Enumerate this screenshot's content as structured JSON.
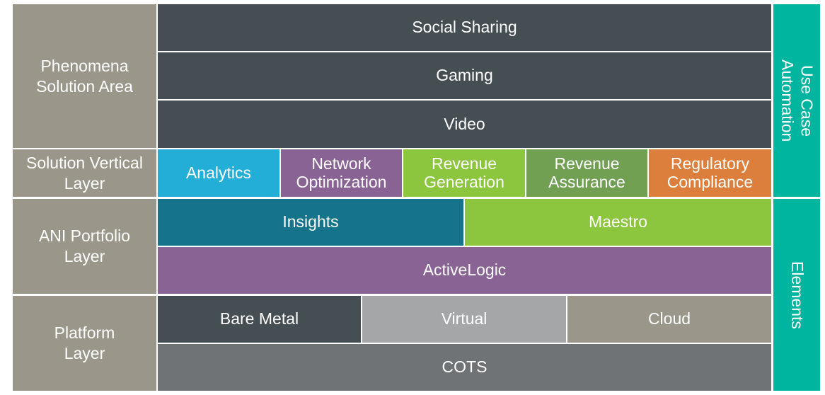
{
  "layers": {
    "phenomena": "Phenomena Solution Area",
    "solution_vertical": "Solution Vertical Layer",
    "ani_portfolio": "ANI Portfolio Layer",
    "platform": "Platform Layer"
  },
  "phenomena": {
    "social_sharing": "Social Sharing",
    "gaming": "Gaming",
    "video": "Video"
  },
  "verticals": {
    "analytics": "Analytics",
    "network_optimization": "Network Optimization",
    "revenue_generation": "Revenue Generation",
    "revenue_assurance": "Revenue Assurance",
    "regulatory_compliance": "Regulatory Compliance"
  },
  "portfolio": {
    "insights": "Insights",
    "maestro": "Maestro",
    "activelogic": "ActiveLogic"
  },
  "platform": {
    "bare_metal": "Bare Metal",
    "virtual": "Virtual",
    "cloud": "Cloud",
    "cots": "COTS"
  },
  "side": {
    "use_case_automation": "Use Case Automation",
    "elements": "Elements"
  },
  "colors": {
    "layer_label": "#9a978a",
    "dark_slate": "#454e52",
    "analytics": "#22aed6",
    "purple": "#8a6395",
    "lime": "#8cc63e",
    "green": "#71a053",
    "orange": "#dc7f3c",
    "teal_blue": "#15738c",
    "gray_light": "#a5a6a8",
    "taupe": "#9a978a",
    "cots": "#6f7376",
    "teal": "#00b5a0"
  }
}
